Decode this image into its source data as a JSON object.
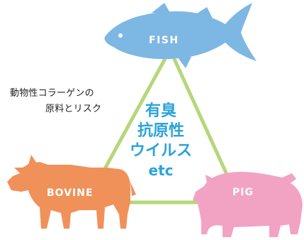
{
  "caption": {
    "line1": "動物性コラーゲンの",
    "line2": "原料とリスク"
  },
  "center": {
    "line1": "有臭",
    "line2": "抗原性",
    "line3": "ウイルス",
    "line4": "etc"
  },
  "nodes": {
    "fish": "FISH",
    "bovine": "BOVINE",
    "pig": "PIG"
  },
  "colors": {
    "fish": "#7db7e4",
    "bovine": "#f0915a",
    "pig": "#f2a3c4",
    "triangle": "#b5d77a",
    "center_text": "#2aa3dc"
  },
  "icons": [
    "fish-icon",
    "cow-icon",
    "pig-icon"
  ]
}
